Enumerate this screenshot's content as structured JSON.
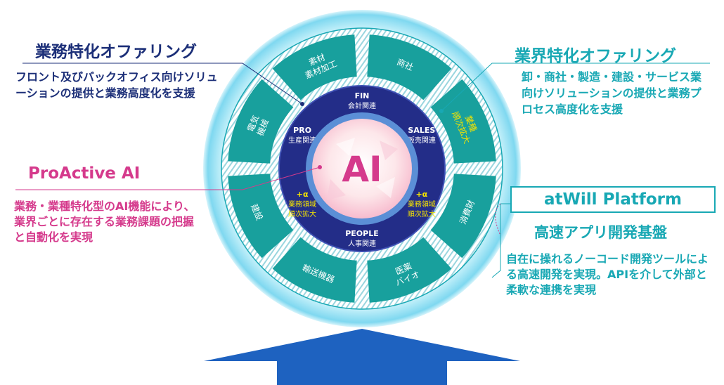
{
  "colors": {
    "navy": "#1c2f78",
    "teal": "#18a8b4",
    "pink": "#d53a8c",
    "inner_ring": "#232d88",
    "outer_glow": "#7fd8f0",
    "arrow": "#1e62c0",
    "yellow": "#f5e400"
  },
  "center": {
    "label": "AI"
  },
  "inner_ring": [
    {
      "title": "FIN",
      "sub": "会計関連"
    },
    {
      "title": "SALES",
      "sub": "販売関連"
    },
    {
      "title": "+α",
      "sub1": "業務領域",
      "sub2": "順次拡大"
    },
    {
      "title": "PEOPLE",
      "sub": "人事関連"
    },
    {
      "title": "+α",
      "sub1": "業務領域",
      "sub2": "順次拡大"
    },
    {
      "title": "PRO",
      "sub": "生産関連"
    }
  ],
  "outer_ring": [
    {
      "l1": "商社",
      "l2": ""
    },
    {
      "l1": "業種",
      "l2": "順次拡大"
    },
    {
      "l1": "消費財",
      "l2": ""
    },
    {
      "l1": "医薬",
      "l2": "バイオ"
    },
    {
      "l1": "輸送機器",
      "l2": ""
    },
    {
      "l1": "建設",
      "l2": ""
    },
    {
      "l1": "電気",
      "l2": "機械"
    },
    {
      "l1": "素材",
      "l2": "素材加工"
    }
  ],
  "callouts": {
    "business": {
      "title": "業務特化オファリング",
      "desc": "フロント及びバックオフィス向けソリューションの提供と業務高度化を支援"
    },
    "industry": {
      "title": "業界特化オファリング",
      "desc": "卸・商社・製造・建設・サービス業向けソリューションの提供と業務プロセス高度化を支援"
    },
    "proactive": {
      "title": "ProActive AI",
      "desc": "業務・業種特化型のAI機能により、業界ごとに存在する業務課題の把握と自動化を実現"
    },
    "platform": {
      "title": "atWill Platform",
      "subtitle": "高速アプリ開発基盤",
      "desc": "自在に操れるノーコード開発ツールによる高速開発を実現。APIを介して外部と柔軟な連携を実現"
    }
  }
}
